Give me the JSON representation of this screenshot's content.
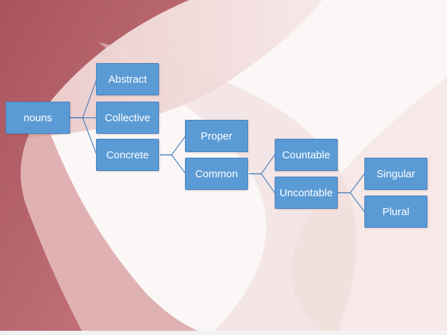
{
  "colors": {
    "node_fill": "#5b9bd5",
    "connector": "#4a7fbf",
    "background": "#fbf7f6",
    "accent": "#b9626a"
  },
  "tree": {
    "root": "nouns",
    "level1": [
      "Abstract",
      "Collective",
      "Concrete"
    ],
    "concrete_children": [
      "Proper",
      "Common"
    ],
    "common_children": [
      "Countable",
      "Uncontable"
    ],
    "uncontable_children": [
      "Singular",
      "Plural"
    ]
  }
}
